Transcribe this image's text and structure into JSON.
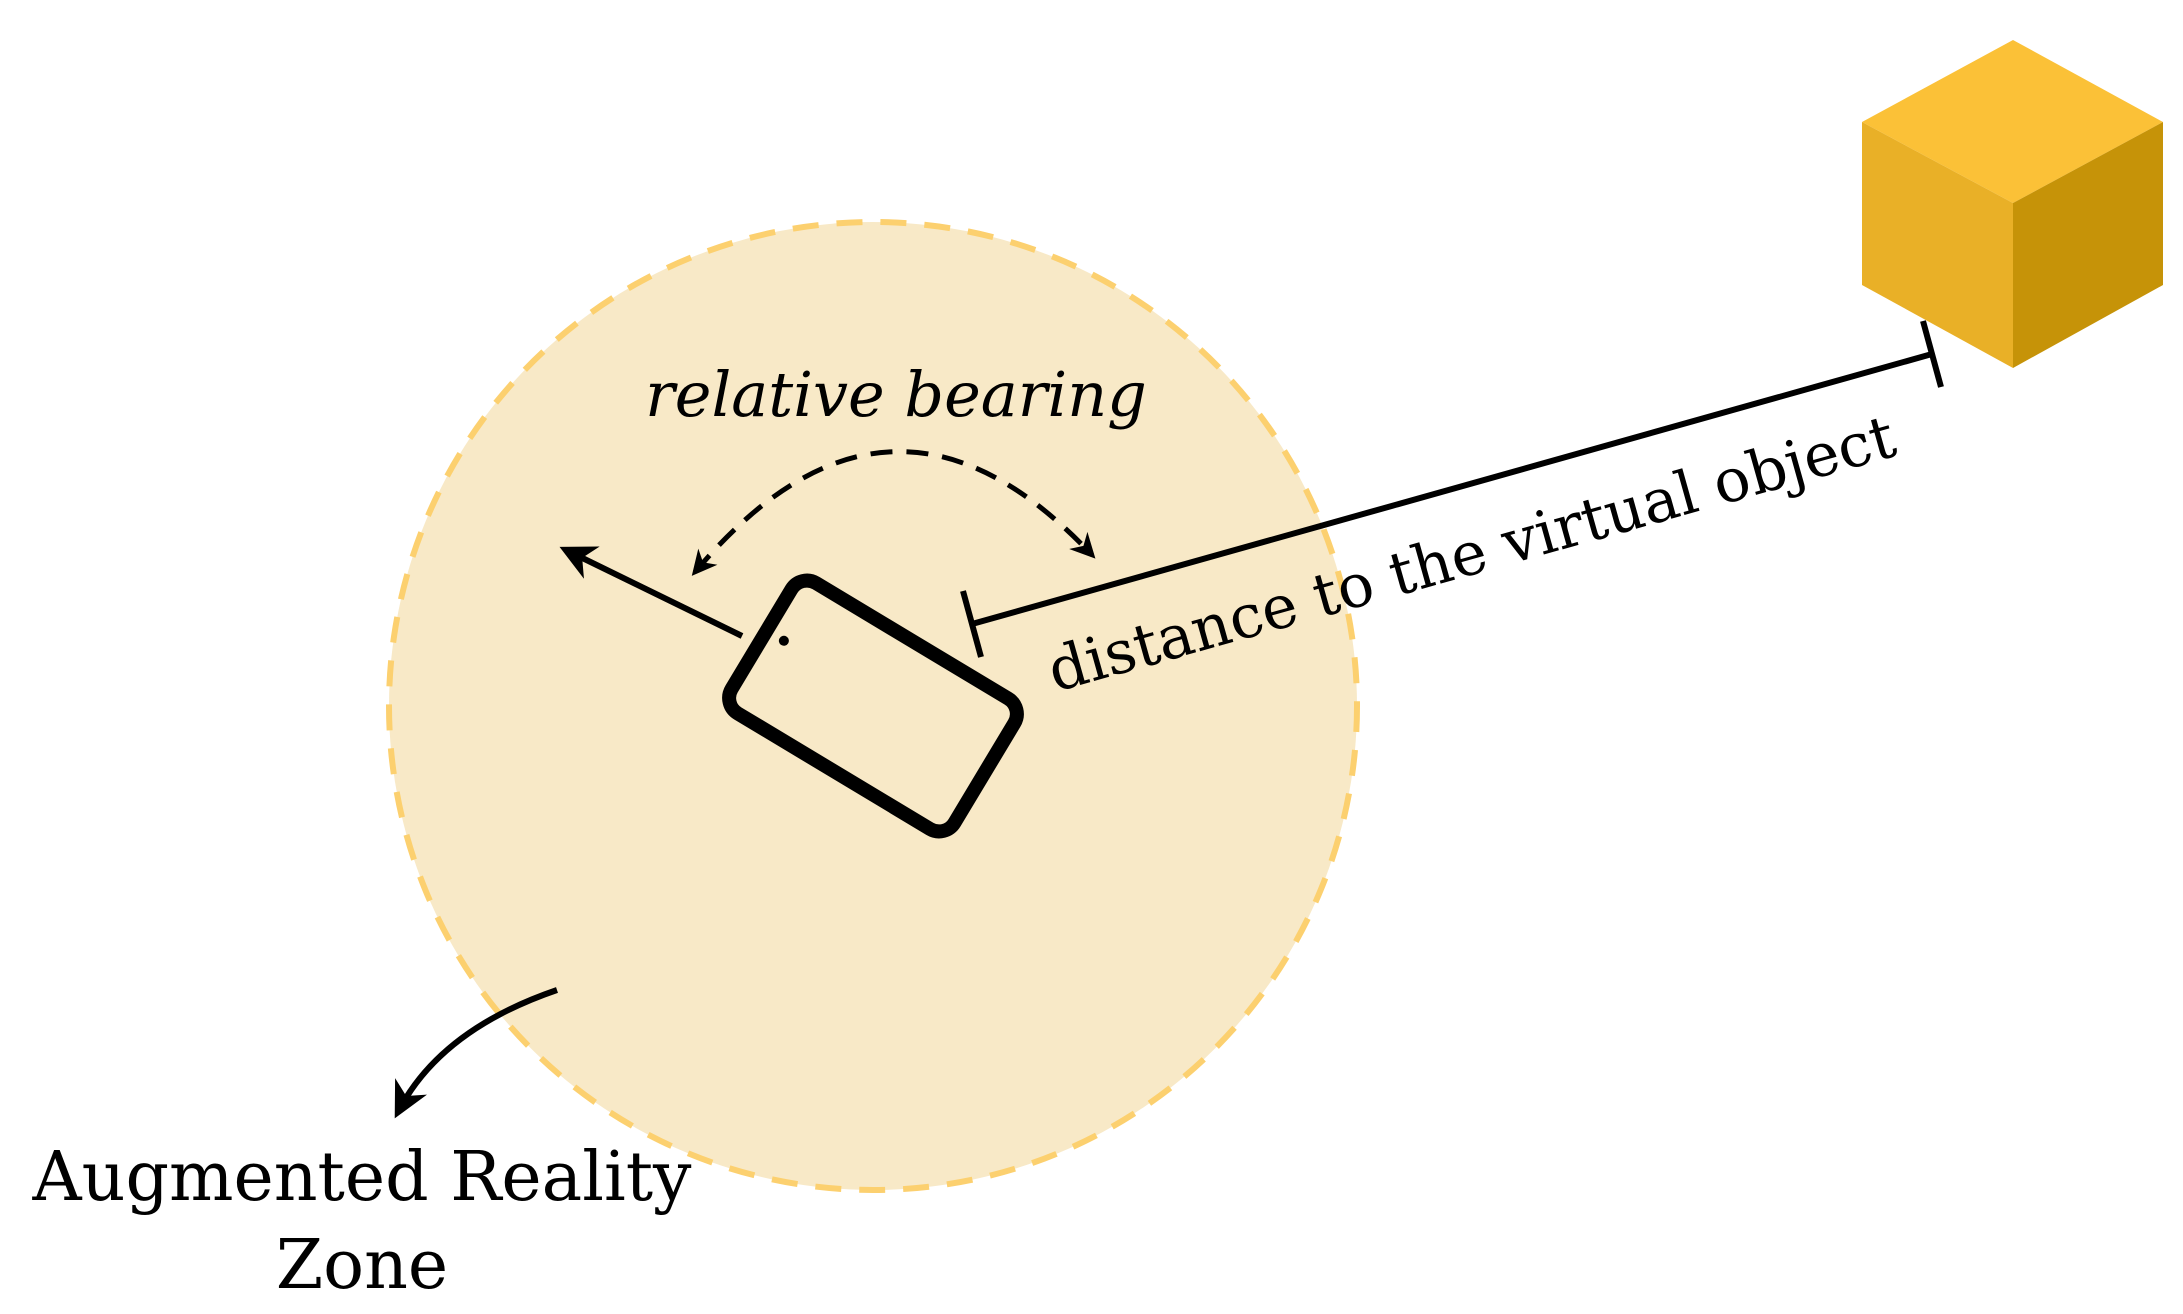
{
  "labels": {
    "relative_bearing": "relative bearing",
    "distance": "distance to the virtual object",
    "zone_line1": "Augmented Reality",
    "zone_line2": "Zone"
  },
  "icons": {
    "device": "smartphone-icon",
    "virtual_object": "cube-icon"
  },
  "colors": {
    "zone_fill": "#f8e9c7",
    "zone_border": "#fcd06f",
    "cube_top": "#fbc137",
    "cube_left": "#e9b027",
    "cube_right": "#c69308",
    "stroke": "#000000"
  }
}
